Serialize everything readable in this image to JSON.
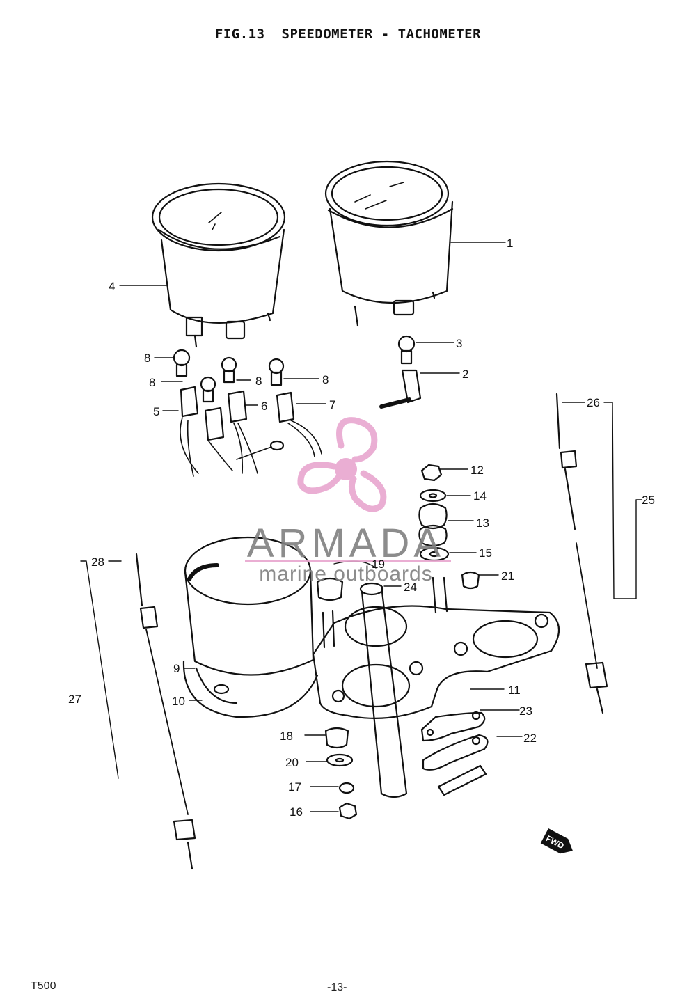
{
  "header": {
    "fig_label": "FIG.13",
    "title": "SPEEDOMETER - TACHOMETER"
  },
  "watermark": {
    "brand": "ARMADA",
    "tagline": "marine outboards",
    "logo_color": "#e8a6cf",
    "text_color": "#808080"
  },
  "callouts": [
    {
      "id": "c1",
      "label": "1"
    },
    {
      "id": "c2",
      "label": "2"
    },
    {
      "id": "c3",
      "label": "3"
    },
    {
      "id": "c4",
      "label": "4"
    },
    {
      "id": "c5",
      "label": "5"
    },
    {
      "id": "c6",
      "label": "6"
    },
    {
      "id": "c7",
      "label": "7"
    },
    {
      "id": "c8a",
      "label": "8"
    },
    {
      "id": "c8b",
      "label": "8"
    },
    {
      "id": "c8c",
      "label": "8"
    },
    {
      "id": "c8d",
      "label": "8"
    },
    {
      "id": "c9",
      "label": "9"
    },
    {
      "id": "c10",
      "label": "10"
    },
    {
      "id": "c11",
      "label": "11"
    },
    {
      "id": "c12",
      "label": "12"
    },
    {
      "id": "c13",
      "label": "13"
    },
    {
      "id": "c14",
      "label": "14"
    },
    {
      "id": "c15",
      "label": "15"
    },
    {
      "id": "c16",
      "label": "16"
    },
    {
      "id": "c17",
      "label": "17"
    },
    {
      "id": "c18",
      "label": "18"
    },
    {
      "id": "c19",
      "label": "19"
    },
    {
      "id": "c20",
      "label": "20"
    },
    {
      "id": "c21",
      "label": "21"
    },
    {
      "id": "c22",
      "label": "22"
    },
    {
      "id": "c23",
      "label": "23"
    },
    {
      "id": "c24",
      "label": "24"
    },
    {
      "id": "c25",
      "label": "25"
    },
    {
      "id": "c26",
      "label": "26"
    },
    {
      "id": "c27",
      "label": "27"
    },
    {
      "id": "c28",
      "label": "28"
    }
  ],
  "badge": {
    "label": "FWD"
  },
  "footer": {
    "model": "T500",
    "page": "-13-"
  }
}
